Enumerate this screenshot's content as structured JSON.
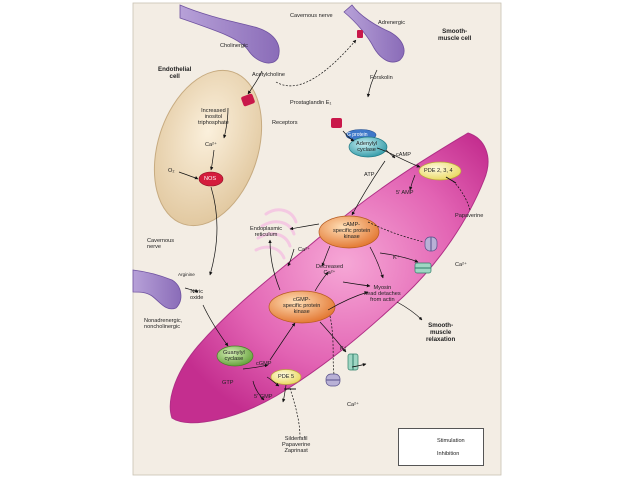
{
  "labels": {
    "cavernous_nerve_top": "Cavernous nerve",
    "adrenergic": "Adrenergic",
    "cholinergic": "Cholinergic",
    "smooth_muscle_cell": "Smooth-\nmuscle cell",
    "endothelial_cell": "Endothelial\ncell",
    "acetylcholine": "Acetylcholine",
    "forskolin": "Forskolin",
    "prostaglandin": "Prostaglandin E₁",
    "receptors": "Receptors",
    "increased_ip3": "Increased\ninositol\ntriphosphate",
    "ca_endo": "Ca²⁺",
    "o2": "O₂",
    "nos": "NOS",
    "g_protein": "G protein",
    "adenylyl_cyclase": "Adenylyl\ncyclase",
    "camp": "cAMP",
    "atp": "ATP",
    "pde234": "PDE 2, 3, 4",
    "five_amp": "5′ AMP",
    "papaverine_right": "Papaverine",
    "er": "Endoplasmic\nreticulum",
    "camp_pk": "cAMP-\nspecific protein\nkinase",
    "ca_er": "Ca²⁺",
    "k_upper": "K⁺",
    "ca_upper_channel": "Ca²⁺",
    "decreased_ca": "Decreased\nCa²⁺",
    "cavernous_nerve_left": "Cavernous\nnerve",
    "arginine": "Arginine",
    "nitric_oxide": "Nitric\noxide",
    "myosin": "Myosin\nhead detaches\nfrom actin",
    "cgmp_pk": "cGMP-\nspecific protein\nkinase",
    "smooth_relax": "Smooth-\nmuscle\nrelaxation",
    "nonadrenergic": "Nonadrenergic,\nnoncholinergic",
    "guanylyl_cyclase": "Guanylyl\ncyclase",
    "cgmp": "cGMP",
    "gtp": "GTP",
    "pde5": "PDE 5",
    "five_gmp": "5′ GMP",
    "k_lower": "K⁺",
    "ca_lower": "Ca²⁺",
    "inhibitors": "Sildenafil\nPapaverine\nZaprinast"
  },
  "legend": {
    "stimulation": "Stimulation",
    "inhibition": "Inhibition"
  },
  "colors": {
    "muscle": "#d3409c",
    "endothelial": "#ecd7b4",
    "nerve": "#a089c4",
    "enzyme_orange": "#e07a34",
    "enzyme_green": "#6fae3f",
    "enzyme_teal": "#3aa6b2",
    "pde_yellow": "#f1e47a",
    "nos_red": "#d41c3c",
    "receptor": "#c9184a"
  }
}
